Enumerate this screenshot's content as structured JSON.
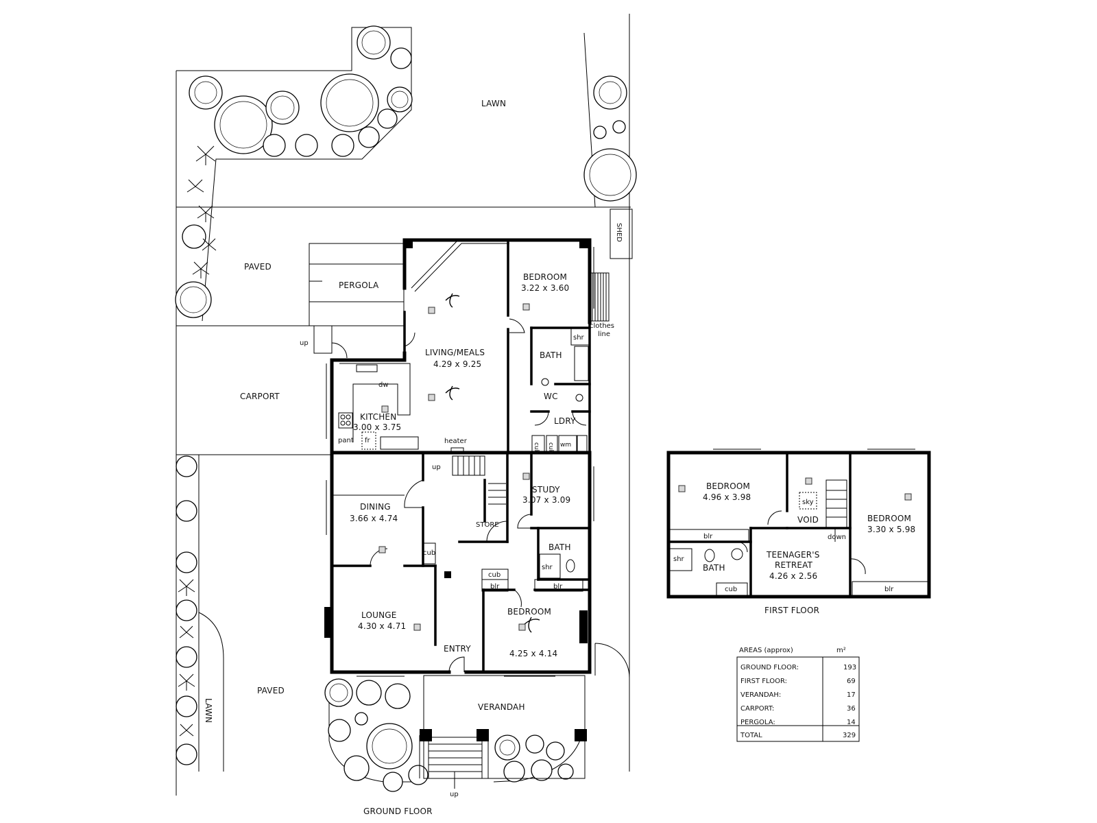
{
  "site": {
    "lawn_top": "LAWN",
    "lawn_side": "LAWN",
    "paved_top": "PAVED",
    "paved_bottom": "PAVED",
    "carport": "CARPORT",
    "pergola": "PERGOLA",
    "shed": "SHED",
    "clothes_line": [
      "clothes",
      "line"
    ]
  },
  "ground_floor": {
    "caption": "GROUND FLOOR",
    "rooms": [
      {
        "key": "bed_nw",
        "name": "BEDROOM",
        "dims": "3.22 x 3.60"
      },
      {
        "key": "living",
        "name": "LIVING/MEALS",
        "dims": "4.29 x 9.25"
      },
      {
        "key": "kitchen",
        "name": "KITCHEN",
        "dims": "3.00 x 3.75"
      },
      {
        "key": "dining",
        "name": "DINING",
        "dims": "3.66 x 4.74"
      },
      {
        "key": "study",
        "name": "STUDY",
        "dims": "3.07 x 3.09"
      },
      {
        "key": "lounge",
        "name": "LOUNGE",
        "dims": "4.30 x 4.71"
      },
      {
        "key": "bed_front",
        "name": "BEDROOM",
        "dims": "4.25 x 4.14"
      }
    ],
    "labels": {
      "bath1": "BATH",
      "wc": "WC",
      "ldry": "LDRY",
      "store": "STORE",
      "bath2": "BATH",
      "entry": "ENTRY",
      "verandah": "VERANDAH",
      "shr1": "shr",
      "shr2": "shr",
      "dw": "dw",
      "pant": "pant",
      "fr": "fr",
      "heater": "heater",
      "cub_ldry1": "cub",
      "cub_ldry2": "cub",
      "wm": "wm",
      "cub_dining": "cub",
      "cub_bed": "cub",
      "blr_bed1": "blr",
      "blr_bed2": "blr",
      "up_side": "up",
      "up_stairs": "up",
      "up_front": "up"
    }
  },
  "first_floor": {
    "caption": "FIRST FLOOR",
    "rooms": [
      {
        "key": "ff_bed1",
        "name": "BEDROOM",
        "dims": "4.96 x 3.98"
      },
      {
        "key": "ff_bed2",
        "name": "BEDROOM",
        "dims": "3.30 x 5.98"
      },
      {
        "key": "retreat",
        "name": "TEENAGER'S RETREAT",
        "name_lines": [
          "TEENAGER'S",
          "RETREAT"
        ],
        "dims": "4.26 x 2.56"
      }
    ],
    "labels": {
      "void": "VOID",
      "sky": "sky",
      "down": "down",
      "bath": "BATH",
      "shr": "shr",
      "cub": "cub",
      "blr1": "blr",
      "blr2": "blr"
    }
  },
  "areas": {
    "title": "AREAS (approx)",
    "unit": "m²",
    "rows": [
      {
        "label": "GROUND FLOOR:",
        "value": "193"
      },
      {
        "label": "FIRST FLOOR:",
        "value": "69"
      },
      {
        "label": "VERANDAH:",
        "value": "17"
      },
      {
        "label": "CARPORT:",
        "value": "36"
      },
      {
        "label": "PERGOLA:",
        "value": "14"
      }
    ],
    "total": {
      "label": "TOTAL",
      "value": "329"
    }
  }
}
